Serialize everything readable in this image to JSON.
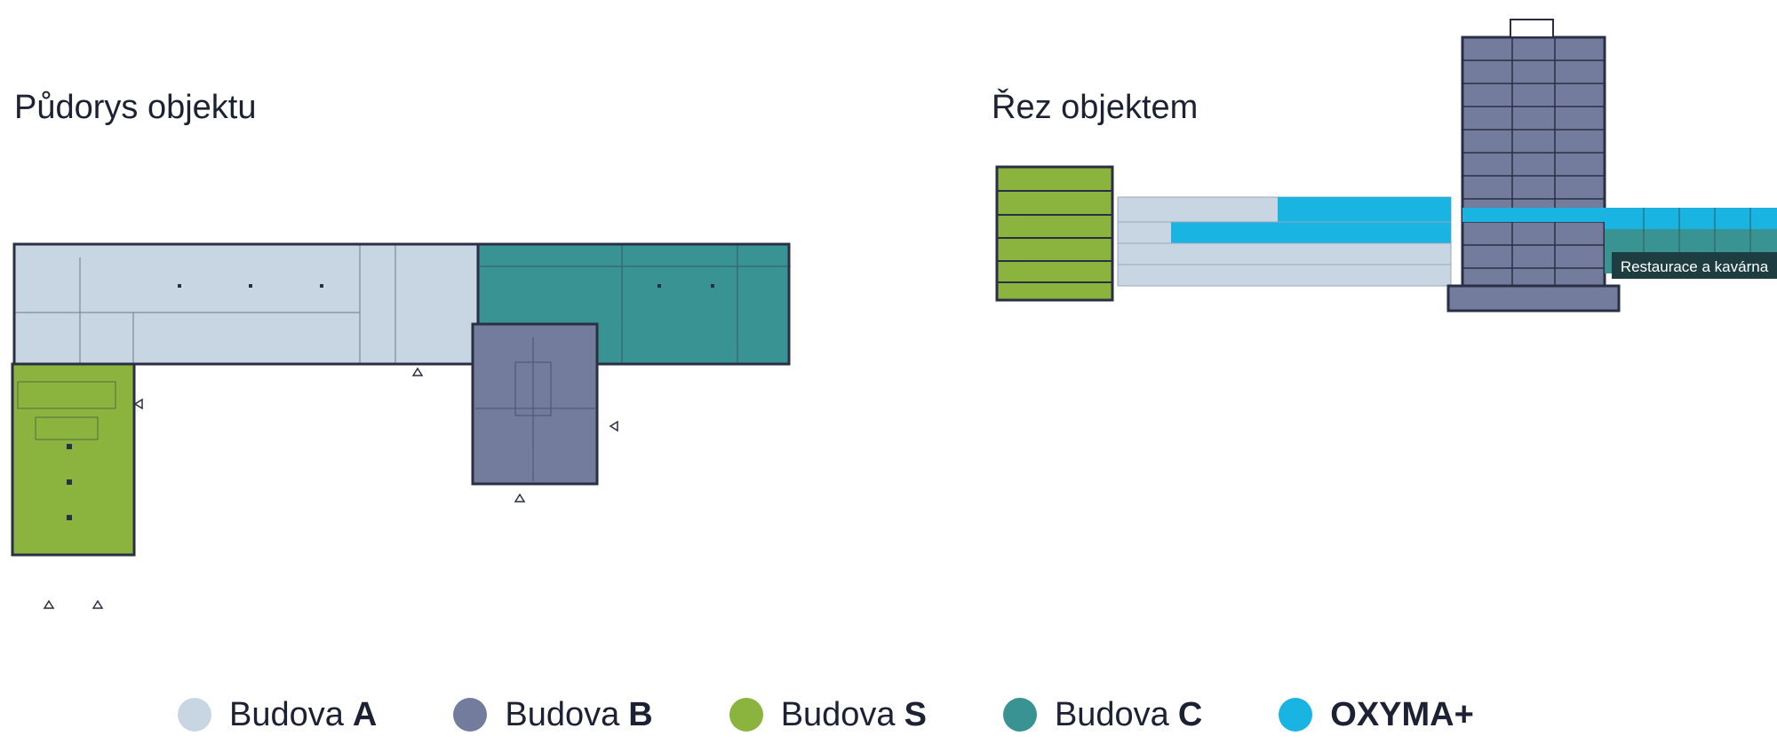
{
  "titles": {
    "plan": "Půdorys objektu",
    "section": "Řez objektem"
  },
  "section_label": "Restaurace a kavárna",
  "colors": {
    "budova_a": "#c8d6e4",
    "budova_b": "#737c9c",
    "budova_s": "#8ab43e",
    "budova_c": "#3a9393",
    "oxyma": "#19b4e2",
    "outline": "#2a2f45"
  },
  "legend": [
    {
      "prefix": "Budova",
      "bold": "A",
      "color": "#c8d6e4"
    },
    {
      "prefix": "Budova",
      "bold": "B",
      "color": "#737c9c"
    },
    {
      "prefix": "Budova",
      "bold": "S",
      "color": "#8ab43e"
    },
    {
      "prefix": "Budova",
      "bold": "C",
      "color": "#3a9393"
    },
    {
      "prefix": "",
      "bold": "OXYMA+",
      "color": "#19b4e2"
    }
  ]
}
